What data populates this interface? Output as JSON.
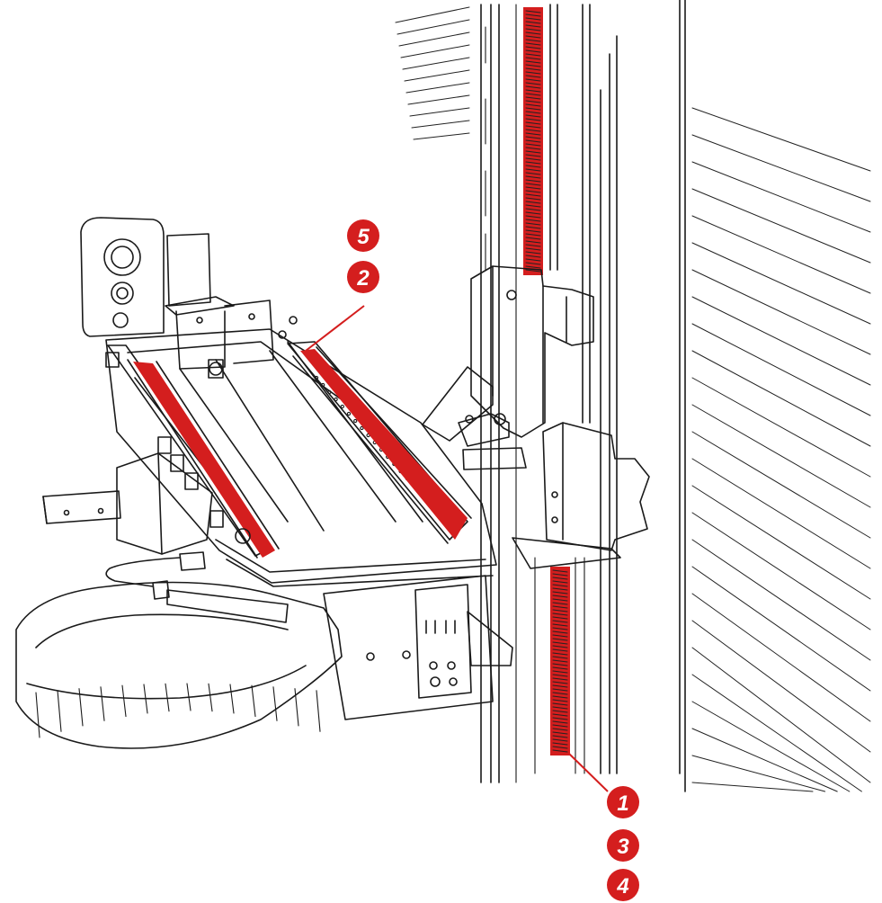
{
  "colors": {
    "accent": "#d41e1e",
    "ink": "#1a1a1a",
    "background": "#ffffff"
  },
  "callouts": {
    "upper": [
      "5",
      "2"
    ],
    "lower": [
      "1",
      "3",
      "4"
    ]
  }
}
